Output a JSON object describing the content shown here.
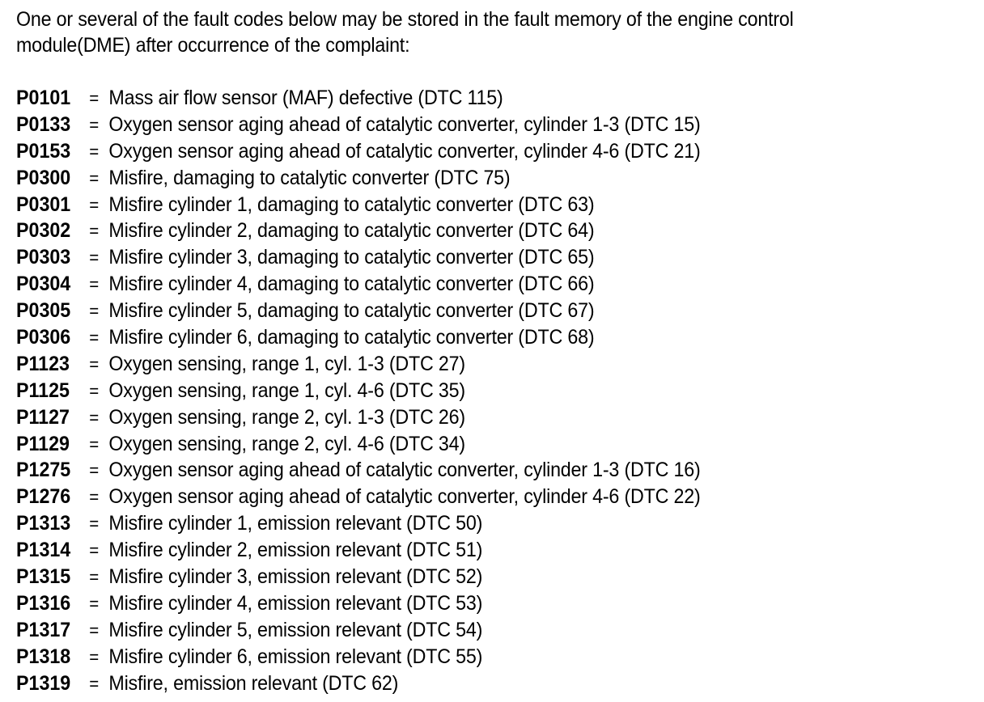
{
  "document": {
    "intro_paragraph": "One or several of the fault codes below may be stored in the fault memory of the engine control module(DME) after occurrence of the complaint:",
    "separator": "=",
    "codes": [
      {
        "id": "P0101",
        "description": "Mass air flow sensor (MAF) defective (DTC 115)"
      },
      {
        "id": "P0133",
        "description": "Oxygen sensor aging ahead of catalytic converter, cylinder 1-3 (DTC 15)"
      },
      {
        "id": "P0153",
        "description": "Oxygen sensor aging ahead of catalytic converter, cylinder 4-6 (DTC 21)"
      },
      {
        "id": "P0300",
        "description": "Misfire, damaging to catalytic converter (DTC 75)"
      },
      {
        "id": "P0301",
        "description": "Misfire cylinder 1, damaging to catalytic converter (DTC 63)"
      },
      {
        "id": "P0302",
        "description": "Misfire cylinder 2, damaging to catalytic converter (DTC 64)"
      },
      {
        "id": "P0303",
        "description": "Misfire cylinder 3, damaging to catalytic converter (DTC 65)"
      },
      {
        "id": "P0304",
        "description": "Misfire cylinder 4, damaging to catalytic converter (DTC 66)"
      },
      {
        "id": "P0305",
        "description": "Misfire cylinder 5, damaging to catalytic converter (DTC 67)"
      },
      {
        "id": "P0306",
        "description": "Misfire cylinder 6, damaging to catalytic converter (DTC 68)"
      },
      {
        "id": "P1123",
        "description": "Oxygen sensing, range 1, cyl. 1-3 (DTC 27)"
      },
      {
        "id": "P1125",
        "description": "Oxygen sensing, range 1, cyl. 4-6 (DTC 35)"
      },
      {
        "id": "P1127",
        "description": "Oxygen sensing, range 2, cyl. 1-3 (DTC 26)"
      },
      {
        "id": "P1129",
        "description": "Oxygen sensing, range 2, cyl. 4-6 (DTC 34)"
      },
      {
        "id": "P1275",
        "description": "Oxygen sensor aging ahead of catalytic converter, cylinder 1-3 (DTC 16)"
      },
      {
        "id": "P1276",
        "description": "Oxygen sensor aging ahead of catalytic converter, cylinder 4-6 (DTC 22)"
      },
      {
        "id": "P1313",
        "description": "Misfire cylinder 1, emission relevant (DTC 50)"
      },
      {
        "id": "P1314",
        "description": "Misfire cylinder 2, emission relevant (DTC 51)"
      },
      {
        "id": "P1315",
        "description": "Misfire cylinder 3, emission relevant (DTC 52)"
      },
      {
        "id": "P1316",
        "description": "Misfire cylinder 4, emission relevant (DTC 53)"
      },
      {
        "id": "P1317",
        "description": "Misfire cylinder 5, emission relevant (DTC 54)"
      },
      {
        "id": "P1318",
        "description": "Misfire cylinder 6, emission relevant (DTC 55)"
      },
      {
        "id": "P1319",
        "description": "Misfire, emission relevant (DTC 62)"
      }
    ]
  },
  "colors": {
    "text": "#000000",
    "background": "#ffffff"
  }
}
